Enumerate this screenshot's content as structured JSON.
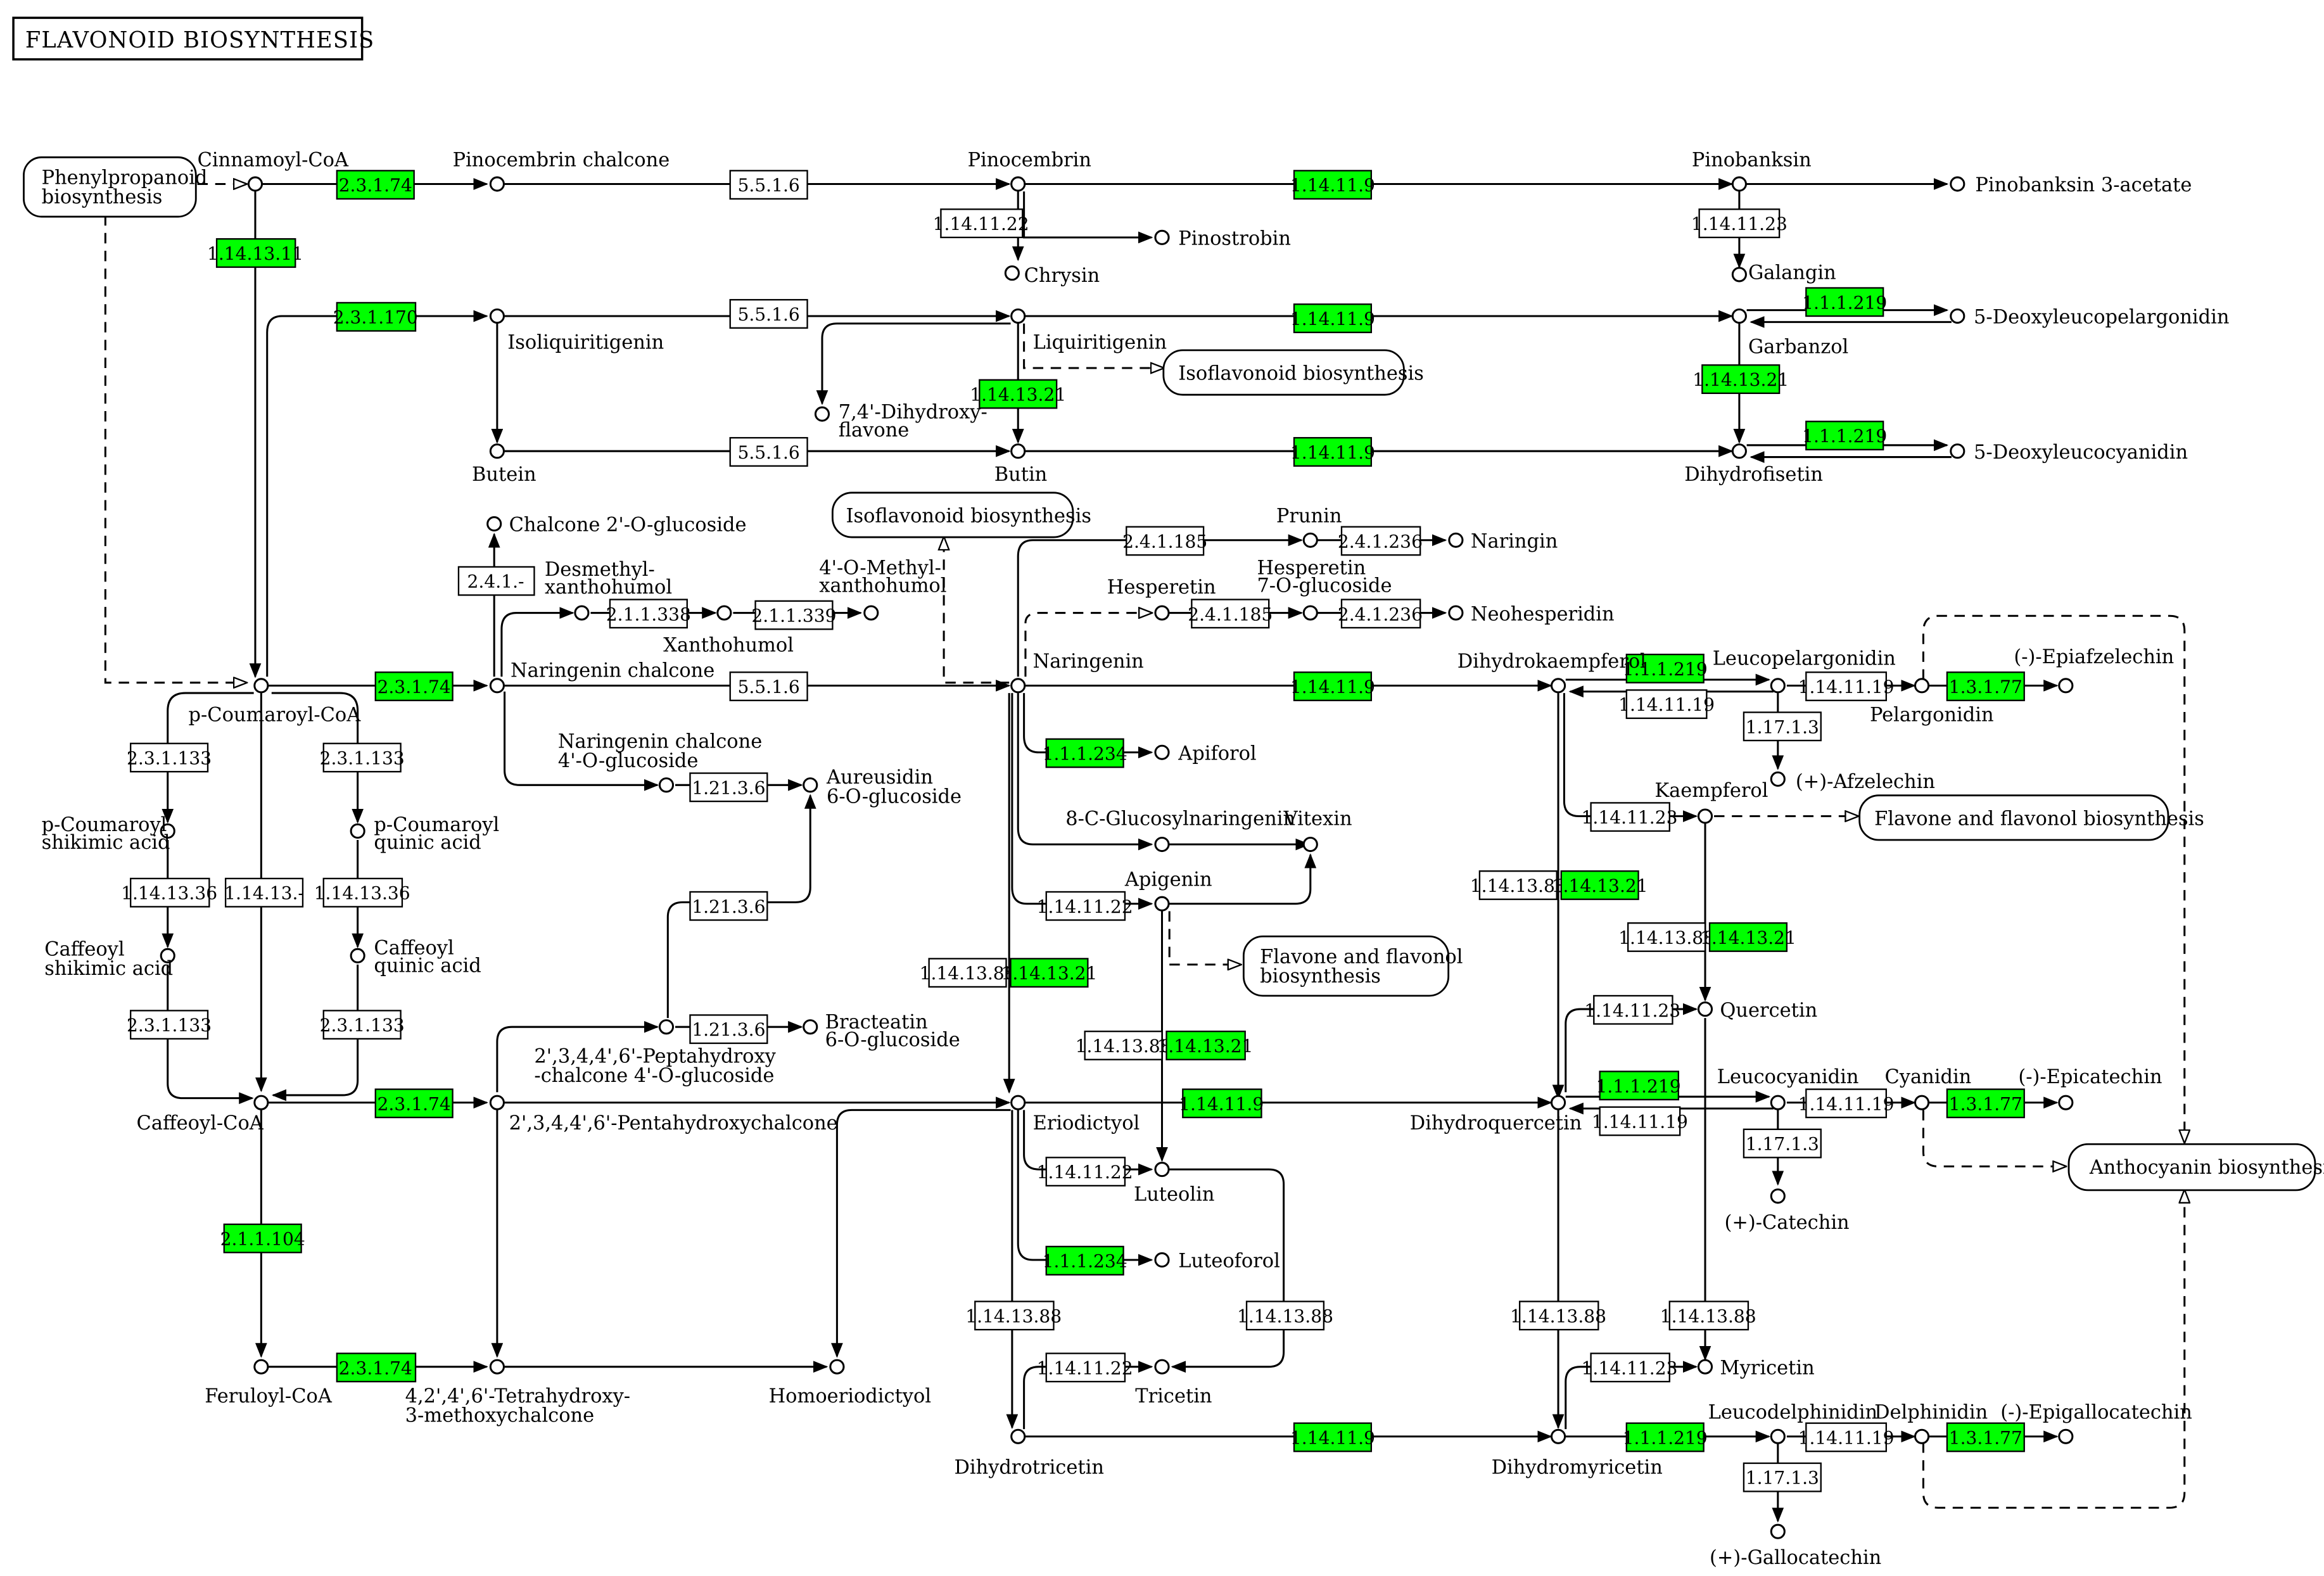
{
  "title": "FLAVONOID  BIOSYNTHESIS",
  "colors": {
    "highlight": "#00ff00",
    "plain": "#ffffff",
    "line": "#000000"
  },
  "compounds": {
    "cinnamoyl_coa": "Cinnamoyl-CoA",
    "pinocembrin_chalcone": "Pinocembrin chalcone",
    "pinocembrin": "Pinocembrin",
    "pinostrobin": "Pinostrobin",
    "chrysin": "Chrysin",
    "pinobanksin": "Pinobanksin",
    "pinobanksin_3_acetate": "Pinobanksin 3-acetate",
    "galangin": "Galangin",
    "isoliquiritigenin": "Isoliquiritigenin",
    "liquiritigenin": "Liquiritigenin",
    "dihydroxyflavone": [
      "7,4'-Dihydroxy-",
      "flavone"
    ],
    "deoxyleucopelargonidin": "5-Deoxyleucopelargonidin",
    "garbanzol": "Garbanzol",
    "butein": "Butein",
    "butin": "Butin",
    "dihydrofisetin": "Dihydrofisetin",
    "deoxyleucocyanidin": "5-Deoxyleucocyanidin",
    "chalcone_glucoside": "Chalcone 2'-O-glucoside",
    "desmethylxanthohumol": [
      "Desmethyl-",
      "xanthohumol"
    ],
    "methylxanthohumol": [
      "4'-O-Methyl-",
      "xanthohumol"
    ],
    "xanthohumol": "Xanthohumol",
    "prunin": "Prunin",
    "naringin": "Naringin",
    "hesperetin": "Hesperetin",
    "hesperetin_glucoside": [
      "Hesperetin",
      "7-O-glucoside"
    ],
    "neohesperidin": "Neohesperidin",
    "p_coumaroyl_coa": "p-Coumaroyl-CoA",
    "naringenin_chalcone": "Naringenin chalcone",
    "naringenin": "Naringenin",
    "dihydrokaempferol": "Dihydrokaempferol",
    "leucopelargonidin": "Leucopelargonidin",
    "pelargonidin": "Pelargonidin",
    "epiafzelechin": "(-)-Epiafzelechin",
    "afzelechin": "(+)-Afzelechin",
    "kaempferol": "Kaempferol",
    "p_coumaroyl_shikimic": [
      "p-Coumaroyl",
      "shikimic acid"
    ],
    "p_coumaroyl_quinic": [
      "p-Coumaroyl",
      "quinic acid"
    ],
    "naringenin_chalcone_glucoside": [
      "Naringenin chalcone",
      "4'-O-glucoside"
    ],
    "aureusidin_glucoside": [
      "Aureusidin",
      "6-O-glucoside"
    ],
    "apiforol": "Apiforol",
    "glucosylnaringenin": "8-C-Glucosylnaringenin",
    "vitexin": "Vitexin",
    "apigenin": "Apigenin",
    "caffeoyl_shikimic": [
      "Caffeoyl",
      "shikimic acid"
    ],
    "caffeoyl_quinic": [
      "Caffeoyl",
      "quinic acid"
    ],
    "quercetin": "Quercetin",
    "bracteatin_glucoside": [
      "Bracteatin",
      "6-O-glucoside"
    ],
    "peptahydroxy_glucoside": [
      "2',3,4,4',6'-Peptahydroxy",
      "-chalcone 4'-O-glucoside"
    ],
    "caffeoyl_coa": "Caffeoyl-CoA",
    "pentahydroxychalcone": "2',3,4,4',6'-Pentahydroxychalcone",
    "eriodictyol": "Eriodictyol",
    "dihydroquercetin": "Dihydroquercetin",
    "leucocyanidin": "Leucocyanidin",
    "cyanidin": "Cyanidin",
    "epicatechin": "(-)-Epicatechin",
    "luteolin": "Luteolin",
    "catechin": "(+)-Catechin",
    "luteoforol": "Luteoforol",
    "feruloyl_coa": "Feruloyl-CoA",
    "tetrahydroxy_methoxychalcone": [
      "4,2',4',6'-Tetrahydroxy-",
      "3-methoxychalcone"
    ],
    "homoeriodictyol": "Homoeriodictyol",
    "tricetin": "Tricetin",
    "myricetin": "Myricetin",
    "dihydrotricetin": "Dihydrotricetin",
    "dihydromyricetin": "Dihydromyricetin",
    "leucodelphinidin": "Leucodelphinidin",
    "delphinidin": "Delphinidin",
    "epigallocatechin": "(-)-Epigallocatechin",
    "gallocatechin": "(+)-Gallocatechin"
  },
  "maps": {
    "phenylpropanoid": [
      "Phenylpropanoid",
      "biosynthesis"
    ],
    "isoflavonoid_a": "Isoflavonoid biosynthesis",
    "isoflavonoid_b": "Isoflavonoid biosynthesis",
    "flavone_a": "Flavone and flavonol biosynthesis",
    "flavone_b": [
      "Flavone and flavonol",
      "biosynthesis"
    ],
    "anthocyanin": "Anthocyanin biosynthesis"
  },
  "enzymes": {
    "e01": {
      "label": "2.3.1.74",
      "highlighted": true
    },
    "e02": {
      "label": "5.5.1.6",
      "highlighted": false
    },
    "e03": {
      "label": "1.14.11.9",
      "highlighted": true
    },
    "e04": {
      "label": "1.14.11.22",
      "highlighted": false
    },
    "e05": {
      "label": "1.14.11.23",
      "highlighted": false
    },
    "e06": {
      "label": "1.14.13.11",
      "highlighted": true
    },
    "e07": {
      "label": "2.3.1.170",
      "highlighted": true
    },
    "e08": {
      "label": "5.5.1.6",
      "highlighted": false
    },
    "e09": {
      "label": "1.14.11.9",
      "highlighted": true
    },
    "e10": {
      "label": "1.1.1.219",
      "highlighted": true
    },
    "e11": {
      "label": "1.14.13.21",
      "highlighted": true
    },
    "e12": {
      "label": "1.14.13.21",
      "highlighted": true
    },
    "e13": {
      "label": "5.5.1.6",
      "highlighted": false
    },
    "e14": {
      "label": "1.14.11.9",
      "highlighted": true
    },
    "e15": {
      "label": "1.1.1.219",
      "highlighted": true
    },
    "e16": {
      "label": "2.4.1.-",
      "highlighted": false
    },
    "e17": {
      "label": "2.1.1.338",
      "highlighted": false
    },
    "e18": {
      "label": "2.1.1.339",
      "highlighted": false
    },
    "e19": {
      "label": "2.4.1.185",
      "highlighted": false
    },
    "e20": {
      "label": "2.4.1.236",
      "highlighted": false
    },
    "e21": {
      "label": "2.4.1.185",
      "highlighted": false
    },
    "e22": {
      "label": "2.4.1.236",
      "highlighted": false
    },
    "e23": {
      "label": "2.3.1.74",
      "highlighted": true
    },
    "e24": {
      "label": "5.5.1.6",
      "highlighted": false
    },
    "e25": {
      "label": "1.14.11.9",
      "highlighted": true
    },
    "e26": {
      "label": "1.1.1.219",
      "highlighted": true
    },
    "e27": {
      "label": "1.14.11.19",
      "highlighted": false
    },
    "e28": {
      "label": "1.14.11.19",
      "highlighted": false
    },
    "e29": {
      "label": "1.3.1.77",
      "highlighted": true
    },
    "e30": {
      "label": "1.17.1.3",
      "highlighted": false
    },
    "e31": {
      "label": "2.3.1.133",
      "highlighted": false
    },
    "e32": {
      "label": "2.3.1.133",
      "highlighted": false
    },
    "e33": {
      "label": "1.21.3.6",
      "highlighted": false
    },
    "e34": {
      "label": "1.1.1.234",
      "highlighted": true
    },
    "e35": {
      "label": "1.14.11.23",
      "highlighted": false
    },
    "e36": {
      "label": "1.14.13.36",
      "highlighted": false
    },
    "e37": {
      "label": "1.14.13.-",
      "highlighted": false
    },
    "e38": {
      "label": "1.14.13.36",
      "highlighted": false
    },
    "e39": {
      "label": "1.21.3.6",
      "highlighted": false
    },
    "e40": {
      "label": "1.14.11.22",
      "highlighted": false
    },
    "e41": {
      "label": "1.14.13.88",
      "highlighted": false
    },
    "e42": {
      "label": "1.14.13.21",
      "highlighted": true
    },
    "e43": {
      "label": "1.14.13.88",
      "highlighted": false
    },
    "e44": {
      "label": "1.14.13.21",
      "highlighted": true
    },
    "e45": {
      "label": "1.14.13.88",
      "highlighted": false
    },
    "e46": {
      "label": "1.14.13.21",
      "highlighted": true
    },
    "e47": {
      "label": "2.3.1.133",
      "highlighted": false
    },
    "e48": {
      "label": "2.3.1.133",
      "highlighted": false
    },
    "e49": {
      "label": "1.21.3.6",
      "highlighted": false
    },
    "e50": {
      "label": "1.14.11.23",
      "highlighted": false
    },
    "e51": {
      "label": "1.14.13.88",
      "highlighted": false
    },
    "e52": {
      "label": "1.14.13.21",
      "highlighted": true
    },
    "e53": {
      "label": "2.3.1.74",
      "highlighted": true
    },
    "e54": {
      "label": "1.14.11.9",
      "highlighted": true
    },
    "e55": {
      "label": "1.1.1.219",
      "highlighted": true
    },
    "e56": {
      "label": "1.14.11.19",
      "highlighted": false
    },
    "e57": {
      "label": "1.14.11.19",
      "highlighted": false
    },
    "e58": {
      "label": "1.3.1.77",
      "highlighted": true
    },
    "e59": {
      "label": "1.17.1.3",
      "highlighted": false
    },
    "e60": {
      "label": "1.14.11.22",
      "highlighted": false
    },
    "e61": {
      "label": "1.1.1.234",
      "highlighted": true
    },
    "e62": {
      "label": "2.1.1.104",
      "highlighted": true
    },
    "e63": {
      "label": "1.14.13.88",
      "highlighted": false
    },
    "e64": {
      "label": "1.14.13.88",
      "highlighted": false
    },
    "e65": {
      "label": "1.14.13.88",
      "highlighted": false
    },
    "e66": {
      "label": "1.14.13.88",
      "highlighted": false
    },
    "e67": {
      "label": "2.3.1.74",
      "highlighted": true
    },
    "e68": {
      "label": "1.14.11.22",
      "highlighted": false
    },
    "e69": {
      "label": "1.14.11.23",
      "highlighted": false
    },
    "e70": {
      "label": "1.14.11.9",
      "highlighted": true
    },
    "e71": {
      "label": "1.1.1.219",
      "highlighted": true
    },
    "e72": {
      "label": "1.14.11.19",
      "highlighted": false
    },
    "e73": {
      "label": "1.3.1.77",
      "highlighted": true
    },
    "e74": {
      "label": "1.17.1.3",
      "highlighted": false
    }
  }
}
